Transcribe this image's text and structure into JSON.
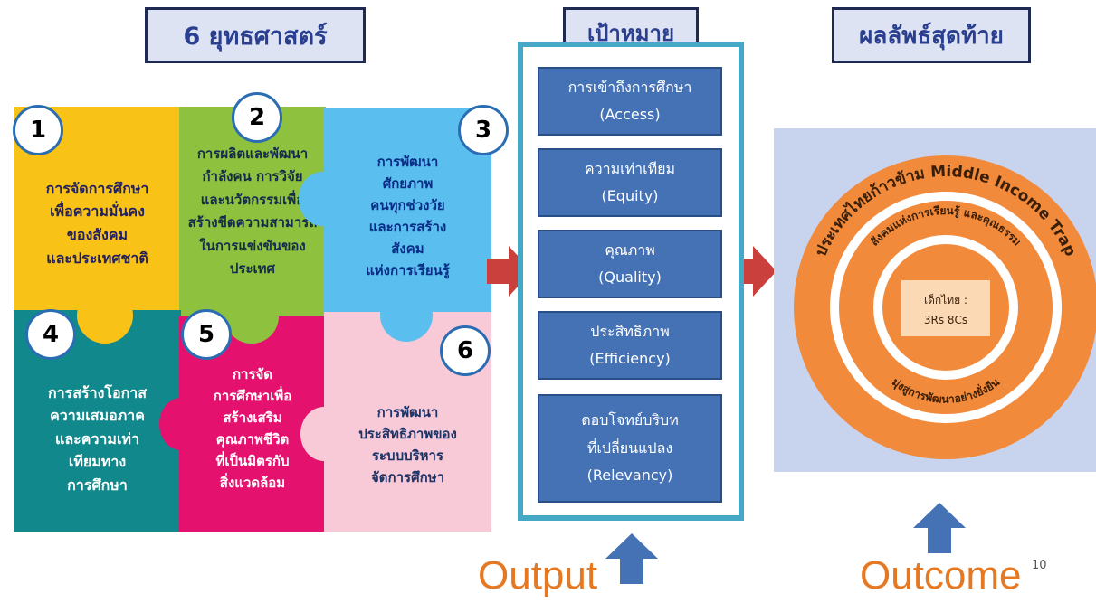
{
  "titles": {
    "strategies": "6 ยุทธศาสตร์",
    "goals": "เป้าหมาย",
    "outcome": "ผลลัพธ์สุดท้าย"
  },
  "strategies": [
    {
      "number": "1",
      "text": "การจัดการศึกษา\nเพื่อความมั่นคง\nของสังคม\nและประเทศชาติ",
      "color": "#f9c216"
    },
    {
      "number": "2",
      "text": "การผลิตและพัฒนา\nกำลังคน การวิจัย\nและนวัตกรรมเพื่อ\nสร้างขีดความสามารถ\nในการแข่งขันของ\nประเทศ",
      "color": "#8dc13e"
    },
    {
      "number": "3",
      "text": "การพัฒนา\nศักยภาพ\nคนทุกช่วงวัย\nและการสร้าง\nสังคม\nแห่งการเรียนรู้",
      "color": "#5abfee"
    },
    {
      "number": "4",
      "text": "การสร้างโอกาส\nความเสมอภาค\nและความเท่า\nเทียมทาง\nการศึกษา",
      "color": "#11888b"
    },
    {
      "number": "5",
      "text": "การจัด\nการศึกษาเพื่อ\nสร้างเสริม\nคุณภาพชีวิต\nที่เป็นมิตรกับ\nสิ่งแวดล้อม",
      "color": "#e4126e"
    },
    {
      "number": "6",
      "text": "การพัฒนา\nประสิทธิภาพของ\nระบบบริหาร\nจัดการศึกษา",
      "color": "#f8c9d6"
    }
  ],
  "goals": [
    {
      "thai": "การเข้าถึงการศึกษา",
      "english": "(Access)"
    },
    {
      "thai": "ความเท่าเทียม",
      "english": "(Equity)"
    },
    {
      "thai": "คุณภาพ",
      "english": "(Quality)"
    },
    {
      "thai": "ประสิทธิภาพ",
      "english": "(Efficiency)"
    },
    {
      "thai": "ตอบโจทย์บริบท",
      "thai2": "ที่เปลี่ยนแปลง",
      "english": "(Relevancy)"
    }
  ],
  "outcome": {
    "outer_ring_text": "ประเทศไทยก้าวข้าม Middle Income Trap",
    "middle_ring_text": "สังคมแห่งการเรียนรู้ และคุณธรรม",
    "lower_ring_text": "มุ่งสู่การพัฒนาอย่างยั่งยืน",
    "center_line1": "เด็กไทย :",
    "center_line2": "3Rs 8Cs"
  },
  "footer": {
    "output": "Output",
    "outcome": "Outcome",
    "page_number": "10"
  },
  "colors": {
    "title_border": "#1f2a52",
    "goal_box": "#4472b5",
    "goal_frame": "#45a9c6",
    "red_arrow": "#c9403c",
    "blue_arrow": "#4472b5",
    "orange": "#f28a3c",
    "label_orange": "#e57822"
  }
}
